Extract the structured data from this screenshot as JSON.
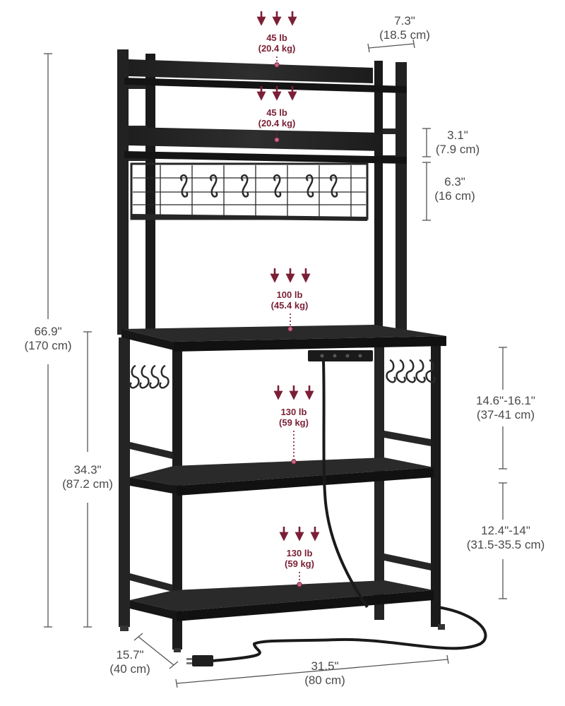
{
  "dimensions": {
    "top_depth": {
      "imperial": "7.3\"",
      "metric": "(18.5 cm)"
    },
    "total_height": {
      "imperial": "66.9\"",
      "metric": "(170 cm)"
    },
    "lower_height": {
      "imperial": "34.3\"",
      "metric": "(87.2 cm)"
    },
    "top_gap": {
      "imperial": "3.1\"",
      "metric": "(7.9 cm)"
    },
    "grid_height": {
      "imperial": "6.3\"",
      "metric": "(16 cm)"
    },
    "upper_spacing": {
      "imperial": "14.6\"-16.1\"",
      "metric": "(37-41 cm)"
    },
    "lower_spacing": {
      "imperial": "12.4\"-14\"",
      "metric": "(31.5-35.5 cm)"
    },
    "depth": {
      "imperial": "15.7\"",
      "metric": "(40 cm)"
    },
    "width": {
      "imperial": "31.5\"",
      "metric": "(80 cm)"
    }
  },
  "loads": {
    "top_shelf": {
      "imperial": "45 lb",
      "metric": "(20.4 kg)"
    },
    "second_shelf": {
      "imperial": "45 lb",
      "metric": "(20.4 kg)"
    },
    "tabletop": {
      "imperial": "100 lb",
      "metric": "(45.4 kg)"
    },
    "middle_shelf": {
      "imperial": "130 lb",
      "metric": "(59 kg)"
    },
    "bottom_shelf": {
      "imperial": "130 lb",
      "metric": "(59 kg)"
    }
  },
  "colors": {
    "frame": "#1d1d1d",
    "wood": "#2b2b2b",
    "load_accent": "#7a1f35",
    "dimension_line": "#555555"
  }
}
